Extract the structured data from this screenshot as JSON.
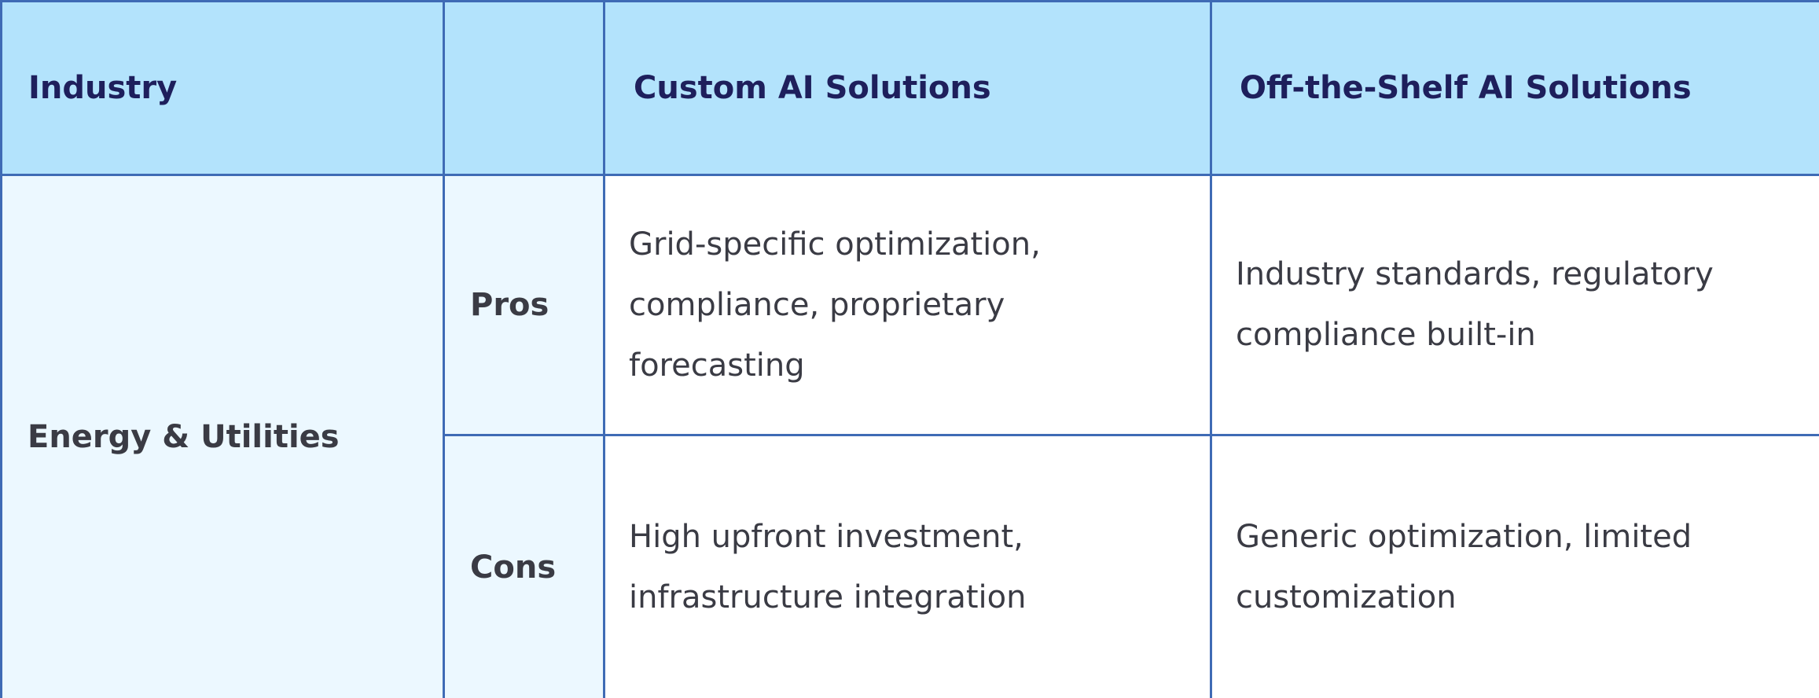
{
  "table": {
    "headers": {
      "industry": "Industry",
      "aspect": "",
      "custom": "Custom AI Solutions",
      "off_the_shelf": "Off-the-Shelf AI Solutions"
    },
    "industry": "Energy & Utilities",
    "rows": [
      {
        "label": "Pros",
        "custom": "Grid-specific optimization, compliance, proprietary forecasting",
        "off_the_shelf": "Industry standards, regulatory compliance built-in"
      },
      {
        "label": "Cons",
        "custom": "High upfront investment, infrastructure integration",
        "off_the_shelf": "Generic optimization, limited customization"
      }
    ]
  },
  "colors": {
    "header_background": "#b3e3fc",
    "header_text": "#1e1f5c",
    "label_background": "#ecf8ff",
    "border": "#3f6bb5",
    "body_text": "#3a3b44"
  }
}
